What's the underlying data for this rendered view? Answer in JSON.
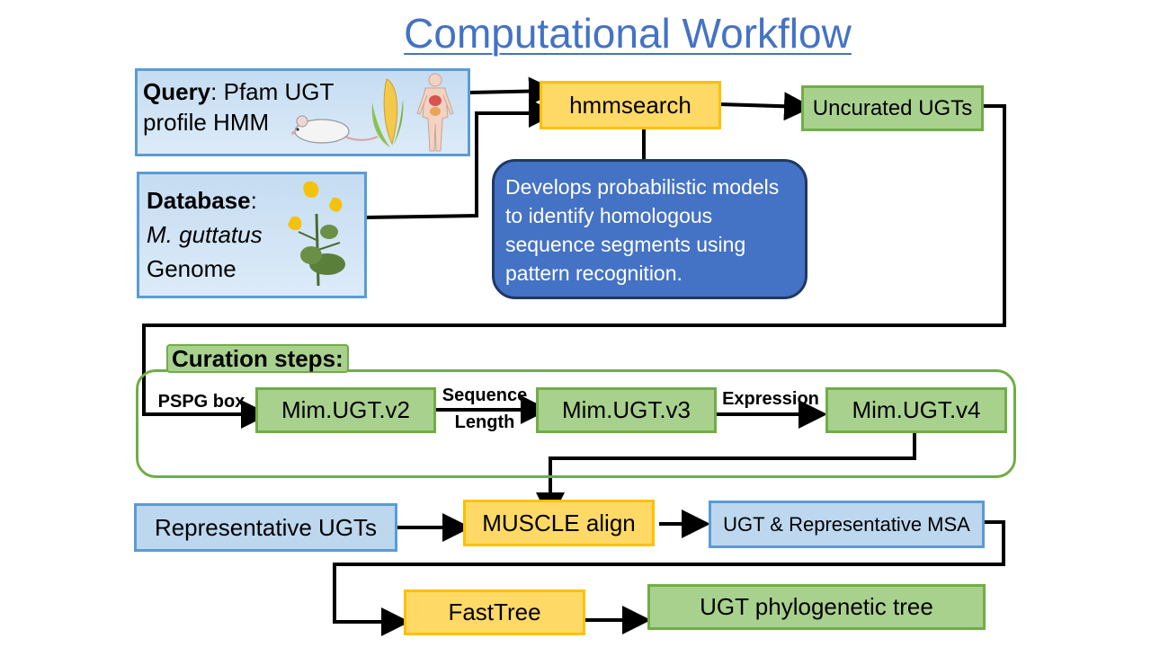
{
  "title": "Computational Workflow",
  "query": {
    "bold": "Query",
    "rest": ": Pfam UGT",
    "line2": "profile HMM"
  },
  "database": {
    "bold": "Database",
    "colon": ":",
    "species": "M. guttatus",
    "line3": "Genome"
  },
  "hmmsearch": "hmmsearch",
  "uncurated": "Uncurated UGTs",
  "callout": "Develops probabilistic models to identify homologous sequence segments  using pattern recognition.",
  "curation": {
    "title": "Curation steps:",
    "pspg": "PSPG box",
    "v2": "Mim.UGT.v2",
    "seq_len_1": "Sequence",
    "seq_len_2": "Length",
    "v3": "Mim.UGT.v3",
    "expression": "Expression",
    "v4": "Mim.UGT.v4"
  },
  "representative": "Representative UGTs",
  "muscle": "MUSCLE align",
  "msa": "UGT & Representative MSA",
  "fasttree": "FastTree",
  "tree": "UGT phylogenetic tree",
  "icons": [
    "mouse-icon",
    "corn-icon",
    "human-anatomy-icon",
    "flower-icon"
  ],
  "colors": {
    "title": "#4472c4",
    "blue_fill": "#bdd7ee",
    "blue_border": "#5b9bd5",
    "orange_fill": "#ffd966",
    "orange_border": "#ffc000",
    "green_fill": "#a9d18e",
    "green_border": "#70ad47",
    "callout_fill": "#4472c4"
  }
}
